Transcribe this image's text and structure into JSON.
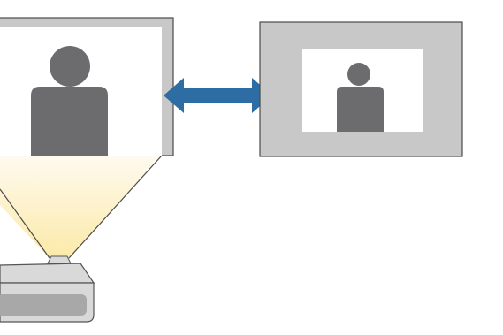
{
  "diagram": {
    "description_items": [
      "projected-screen",
      "double-headed-arrow",
      "monitor-screen",
      "projector"
    ],
    "colors": {
      "screen_gray": "#c8c8c8",
      "screen_white": "#ffffff",
      "person_gray": "#6c6c6e",
      "frame_stroke": "#4a4a4a",
      "arrow_blue": "#2e6da4",
      "beam_yellow": "#fbeaa8",
      "beam_light": "#fffaf0",
      "projector_body": "#d9d9d9",
      "projector_stroke": "#555555",
      "projector_panel": "#a8a8a8"
    },
    "icons": {
      "arrow": "double-arrow-icon",
      "person_large": "person-icon",
      "person_small": "person-icon",
      "projector": "projector-icon"
    }
  }
}
